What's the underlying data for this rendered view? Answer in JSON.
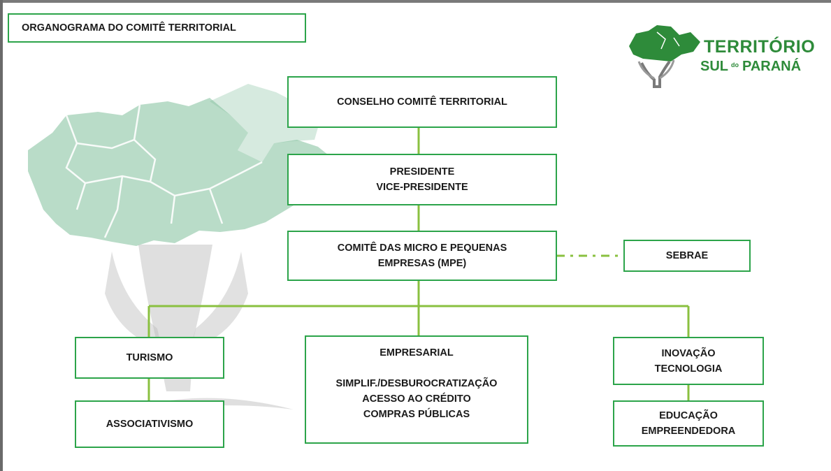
{
  "title": "ORGANOGRAMA DO COMITÊ TERRITORIAL",
  "logo": {
    "line1": "TERRITÓRIO",
    "line2_a": "SUL",
    "line2_b": "do",
    "line2_c": "PARANÁ"
  },
  "nodes": {
    "conselho": "CONSELHO COMITÊ TERRITORIAL",
    "presidente": [
      "PRESIDENTE",
      "VICE-PRESIDENTE"
    ],
    "comite_mpe": [
      "COMITÊ DAS MICRO E PEQUENAS",
      "EMPRESAS (MPE)"
    ],
    "sebrae": "SEBRAE",
    "turismo": "TURISMO",
    "associativismo": "ASSOCIATIVISMO",
    "empresarial": {
      "heading": "EMPRESARIAL",
      "items": [
        "SIMPLIF./DESBUROCRATIZAÇÃO",
        "ACESSO AO CRÉDITO",
        "COMPRAS PÚBLICAS"
      ]
    },
    "inovacao": [
      "INOVAÇÃO",
      "TECNOLOGIA"
    ],
    "educacao": [
      "EDUCAÇÃO",
      "EMPREENDEDORA"
    ]
  },
  "edges": [
    {
      "from": "conselho",
      "to": "presidente",
      "style": "solid"
    },
    {
      "from": "presidente",
      "to": "comite_mpe",
      "style": "solid"
    },
    {
      "from": "comite_mpe",
      "to": "sebrae",
      "style": "dash-dot"
    },
    {
      "from": "comite_mpe",
      "to": "turismo",
      "style": "solid"
    },
    {
      "from": "comite_mpe",
      "to": "empresarial",
      "style": "solid"
    },
    {
      "from": "comite_mpe",
      "to": "inovacao",
      "style": "solid"
    },
    {
      "from": "turismo",
      "to": "associativismo",
      "style": "solid"
    },
    {
      "from": "inovacao",
      "to": "educacao",
      "style": "solid"
    }
  ],
  "colors": {
    "border": "#2ca44a",
    "connector": "#8ac040",
    "watermark": "#7fbf9a",
    "logo_text": "#2e8b3a"
  }
}
